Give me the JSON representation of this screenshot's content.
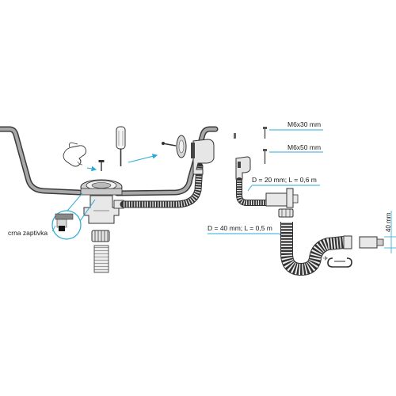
{
  "labels": {
    "screw_short": "M6x30 mm",
    "screw_long": "M6x50 mm",
    "overflow_hose": "D = 20 mm; L = 0,6 m",
    "drain_hose": "D = 40 mm; L = 0,5 m",
    "height_dim": "40 mm",
    "gasket": "crna zaptivka"
  },
  "colors": {
    "accent": "#2aa9d8",
    "line": "#3a3a3a",
    "sink_fill": "#9a9a9a",
    "part_fill": "#e8e8e8"
  },
  "icons": [
    "hand-icon",
    "screwdriver-icon",
    "arrow-icon"
  ]
}
